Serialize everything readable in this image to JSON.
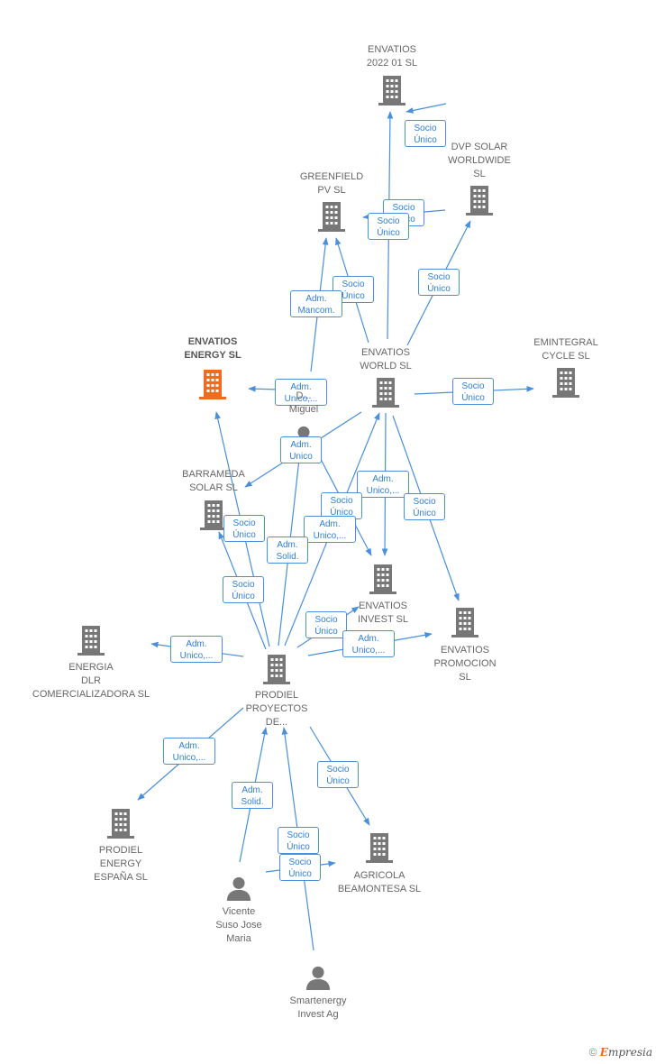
{
  "colors": {
    "edge": "#4a8fdc",
    "node": "#777777",
    "highlight": "#f26b1d"
  },
  "nodes": [
    {
      "id": "envatios2022",
      "type": "company",
      "label": "ENVATIOS\n2022 01  SL"
    },
    {
      "id": "dvp",
      "type": "company",
      "label": "DVP SOLAR\nWORLDWIDE\nSL"
    },
    {
      "id": "greenfield",
      "type": "company",
      "label": "GREENFIELD\nPV  SL"
    },
    {
      "id": "envatiosenergy",
      "type": "company",
      "label": "ENVATIOS\nENERGY  SL",
      "highlight": true
    },
    {
      "id": "envatiosworld",
      "type": "company",
      "label": "ENVATIOS\nWORLD  SL"
    },
    {
      "id": "emintegral",
      "type": "company",
      "label": "EMINTEGRAL\nCYCLE  SL"
    },
    {
      "id": "dmiguel",
      "type": "person",
      "label": "D...\nMiguel"
    },
    {
      "id": "barrameda",
      "type": "company",
      "label": "BARRAMEDA\nSOLAR  SL"
    },
    {
      "id": "envatiosinvest",
      "type": "company",
      "label": "ENVATIOS\nINVEST  SL"
    },
    {
      "id": "envatiospromocion",
      "type": "company",
      "label": "ENVATIOS\nPROMOCION\nSL"
    },
    {
      "id": "energiadlr",
      "type": "company",
      "label": "ENERGIA\nDLR\nCOMERCIALIZADORA SL"
    },
    {
      "id": "prodiel",
      "type": "company",
      "label": "PRODIEL\nPROYECTOS\nDE..."
    },
    {
      "id": "prodielenergy",
      "type": "company",
      "label": "PRODIEL\nENERGY\nESPAÑA  SL"
    },
    {
      "id": "agricola",
      "type": "company",
      "label": "AGRICOLA\nBEAMONTESA SL"
    },
    {
      "id": "vicente",
      "type": "person",
      "label": "Vicente\nSuso Jose\nMaria"
    },
    {
      "id": "smartenergy",
      "type": "person",
      "label": "Smartenergy\nInvest Ag"
    }
  ],
  "edges": [
    {
      "from": "dvp",
      "to": "envatios2022",
      "label": "Socio\nÚnico"
    },
    {
      "from": "dvp",
      "to": "greenfield",
      "label": "Socio\nÚnico"
    },
    {
      "from": "envatiosworld",
      "to": "envatios2022",
      "label": "Socio\nÚnico"
    },
    {
      "from": "envatiosworld",
      "to": "dvp",
      "label": "Socio\nÚnico"
    },
    {
      "from": "envatiosworld",
      "to": "greenfield",
      "label": "Socio\nÚnico"
    },
    {
      "from": "dmiguel",
      "to": "greenfield",
      "label": "Adm.\nMancom."
    },
    {
      "from": "dmiguel",
      "to": "envatiosenergy",
      "label": "Adm.\nUnico,..."
    },
    {
      "from": "envatiosworld",
      "to": "emintegral",
      "label": "Socio\nÚnico"
    },
    {
      "from": "envatiosworld",
      "to": "barrameda",
      "label": "Adm.\nUnico"
    },
    {
      "from": "envatiosworld",
      "to": "envatiosinvest",
      "label": "Adm.\nUnico,..."
    },
    {
      "from": "envatiosworld",
      "to": "envatiospromocion",
      "label": "Socio\nÚnico"
    },
    {
      "from": "dmiguel",
      "to": "envatiosinvest",
      "label": "Socio\nÚnico"
    },
    {
      "from": "prodiel",
      "to": "envatiosworld",
      "label": "Adm.\nUnico,..."
    },
    {
      "from": "prodiel",
      "to": "dmiguel",
      "label": "Adm.\nSolid."
    },
    {
      "from": "prodiel",
      "to": "envatiosenergy",
      "label": "Socio\nÚnico"
    },
    {
      "from": "prodiel",
      "to": "barrameda",
      "label": "Socio\nÚnico"
    },
    {
      "from": "prodiel",
      "to": "envatiosinvest",
      "label": "Socio\nÚnico"
    },
    {
      "from": "prodiel",
      "to": "envatiospromocion",
      "label": "Adm.\nUnico,..."
    },
    {
      "from": "prodiel",
      "to": "energiadlr",
      "label": "Adm.\nUnico,..."
    },
    {
      "from": "prodiel",
      "to": "prodielenergy",
      "label": "Adm.\nUnico,..."
    },
    {
      "from": "prodiel",
      "to": "agricola",
      "label": "Socio\nÚnico"
    },
    {
      "from": "vicente",
      "to": "prodiel",
      "label": "Adm.\nSolid."
    },
    {
      "from": "smartenergy",
      "to": "prodiel",
      "label": "Socio\nÚnico"
    },
    {
      "from": "vicente",
      "to": "agricola",
      "label": "Socio\nÚnico"
    }
  ],
  "credit": {
    "symbol": "©",
    "brand_initial": "E",
    "brand_rest": "mpresia"
  }
}
